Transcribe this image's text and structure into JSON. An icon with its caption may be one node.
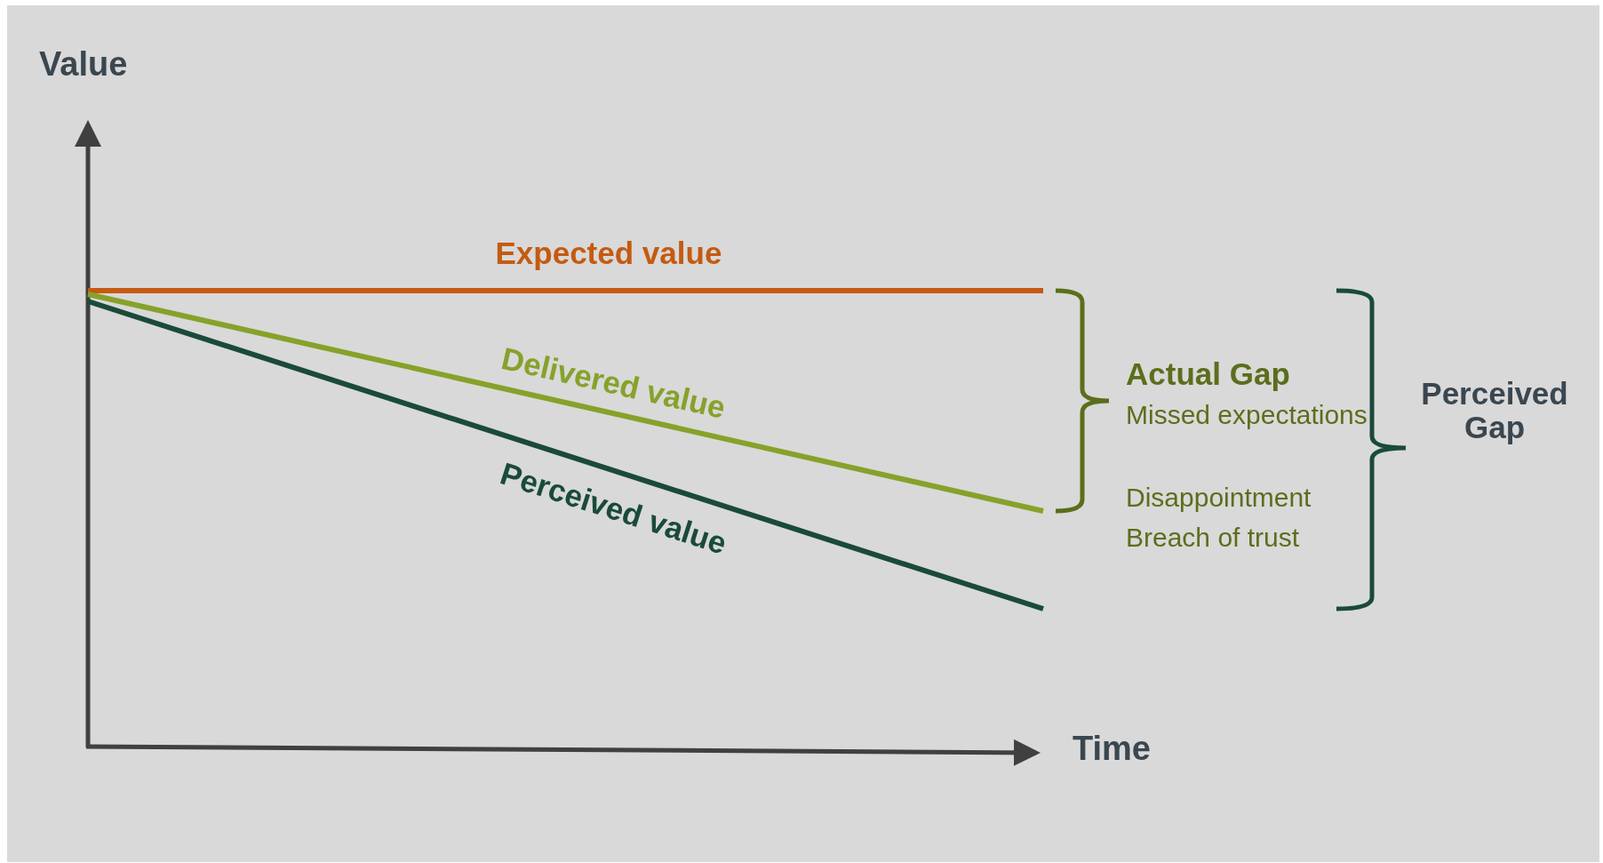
{
  "diagram": {
    "labels": [
      "Value",
      "Expected value",
      "Delivered value",
      "Perceived value",
      "Actual Gap",
      "Missed expectations",
      "Disappointment",
      "Breach of trust",
      "Perceived Gap",
      "Time"
    ]
  }
}
